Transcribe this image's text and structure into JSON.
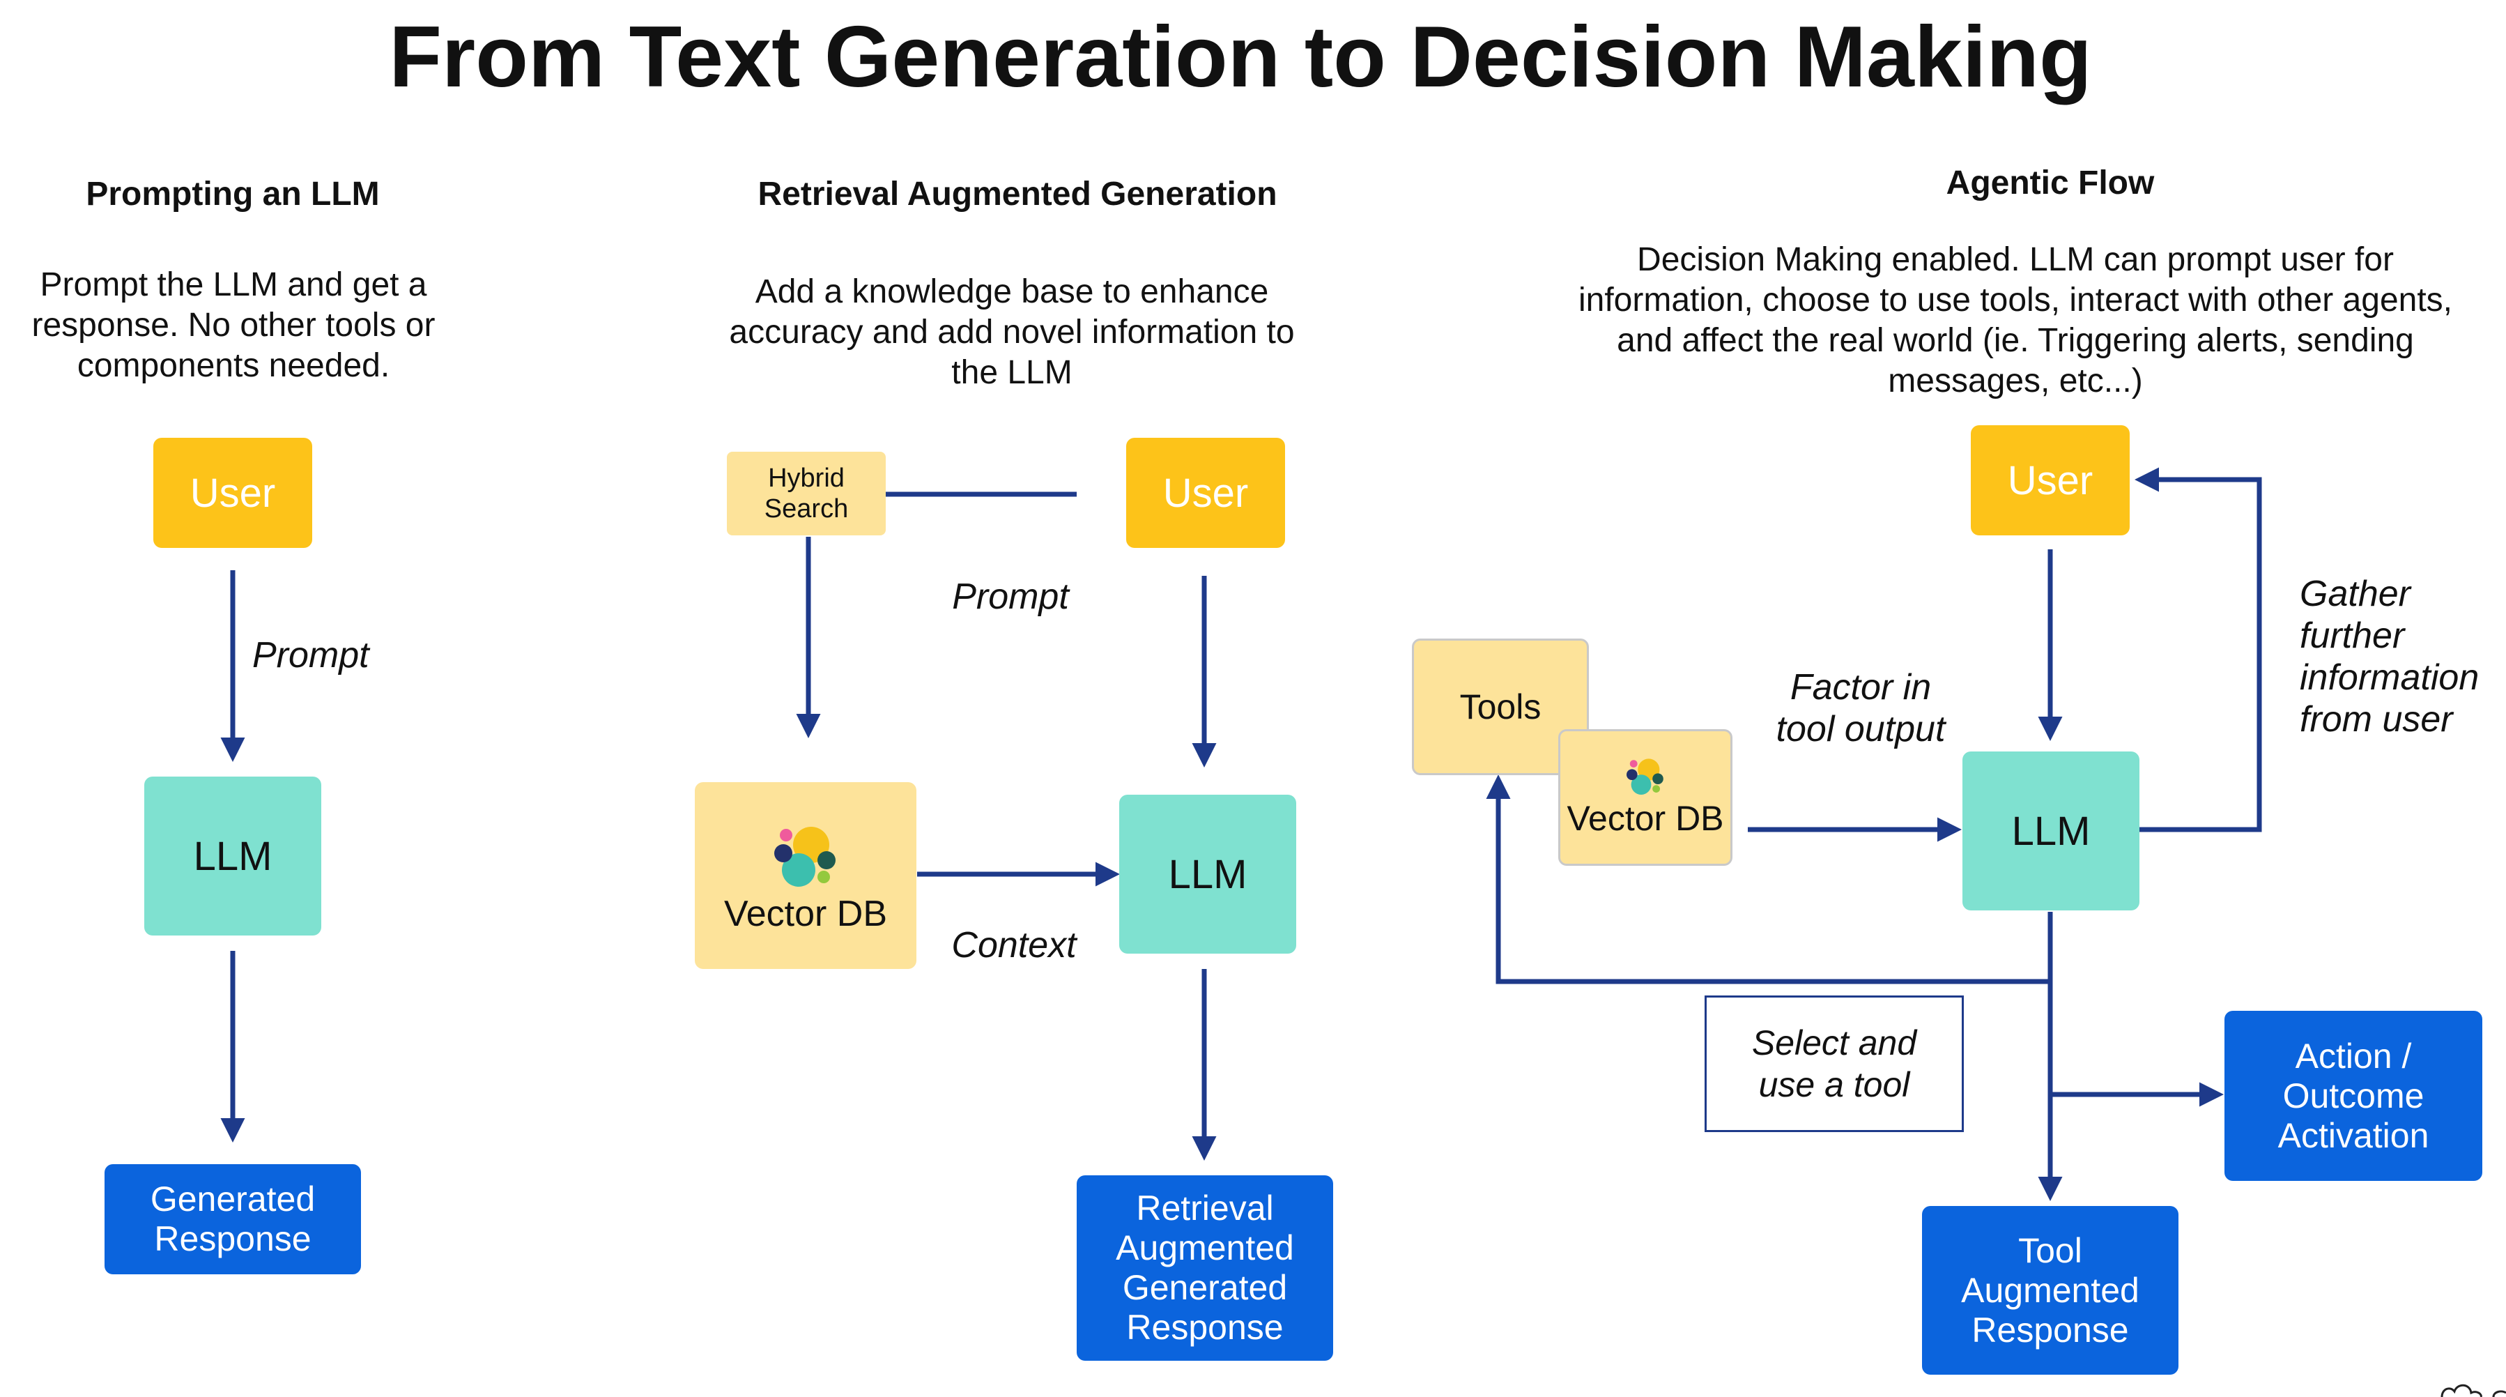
{
  "title": "From Text Generation to Decision Making",
  "colors": {
    "user": "#fdc319",
    "llm": "#7fe1d0",
    "response": "#0b64dd",
    "database": "#fde39a",
    "wire": "#1e3a8a"
  },
  "panels": {
    "prompting": {
      "title": "Prompting an LLM",
      "description": "Prompt the LLM and get a response. No other tools or components needed.",
      "user": "User",
      "edge_prompt": "Prompt",
      "llm": "LLM",
      "output": "Generated Response"
    },
    "rag": {
      "title": "Retrieval Augmented Generation",
      "description": "Add a knowledge base to enhance accuracy and add novel information to the LLM",
      "hybrid_search": "Hybrid Search",
      "user": "User",
      "edge_prompt": "Prompt",
      "vector_db": "Vector DB",
      "edge_context": "Context",
      "llm": "LLM",
      "output": "Retrieval Augmented Generated Response"
    },
    "agentic": {
      "title": "Agentic Flow",
      "description": "Decision Making enabled. LLM can prompt user for information, choose to use tools, interact with other agents, and affect the real world (ie. Triggering alerts, sending messages, etc...)",
      "user": "User",
      "edge_gather": "Gather further information from user",
      "tools": "Tools",
      "vector_db": "Vector DB",
      "edge_factor": "Factor in tool output",
      "llm": "LLM",
      "select_tool": "Select and use a tool",
      "action": "Action / Outcome Activation",
      "output": "Tool Augmented Response"
    }
  },
  "icons": [
    "vector-db-logo-icon",
    "vector-db-logo-icon",
    "cloud-logo-icon"
  ]
}
